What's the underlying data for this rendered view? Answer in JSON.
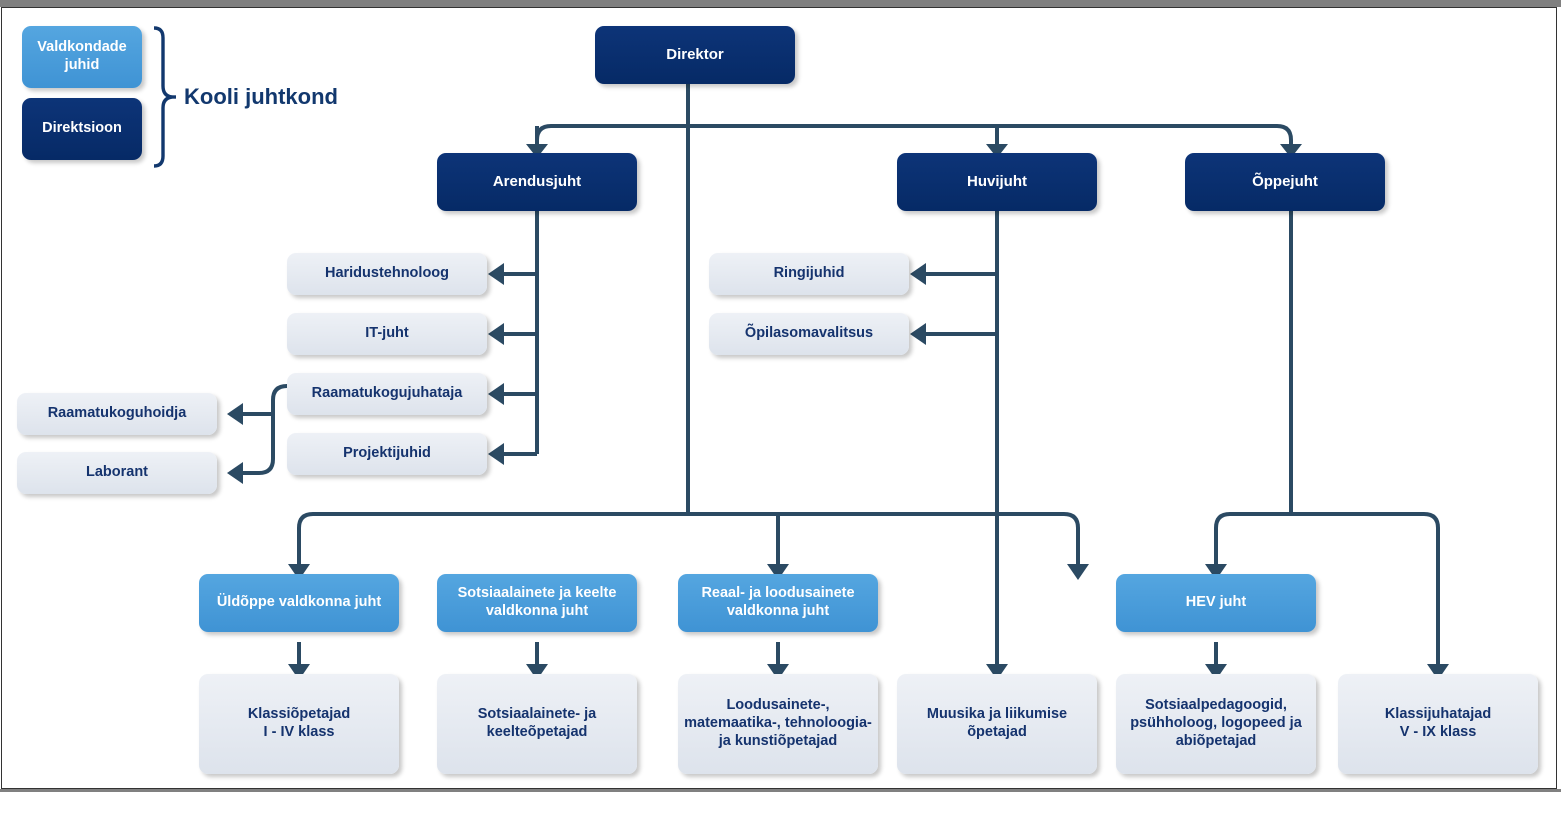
{
  "legend": {
    "title": "Kooli juhtkond",
    "items": [
      {
        "label": "Valdkondade juhid",
        "style": "light-blue"
      },
      {
        "label": "Direktsioon",
        "style": "navy"
      }
    ]
  },
  "nodes": {
    "direktor": "Direktor",
    "arendusjuht": "Arendusjuht",
    "huvijuht": "Huvijuht",
    "oppejuht": "Õppejuht",
    "haridustehnoloog": "Haridustehnoloog",
    "it_juht": "IT-juht",
    "raamatukogujuhataja": "Raamatukogujuhataja",
    "projektijuhid": "Projektijuhid",
    "raamatukoguhoidja": "Raamatukoguhoidja",
    "laborant": "Laborant",
    "ringijuhid": "Ringijuhid",
    "opilasomavalitsus": "Õpilasomavalitsus",
    "uldoppe_juht": "Üldõppe valdkonna juht",
    "sotsiaal_keelte_juht": "Sotsiaalainete ja keelte valdkonna juht",
    "reaal_loodus_juht": "Reaal- ja loodusainete valdkonna juht",
    "hev_juht": "HEV juht",
    "klassiopetajad": "Klassiõpetajad\nI - IV klass",
    "sotsiaal_keelteopetajad": "Sotsiaalainete- ja keelteõpetajad",
    "loodus_opetajad": "Loodusainete-, matemaatika-, tehnoloogia- ja kunstiõpetajad",
    "muusika_opetajad": "Muusika ja liikumise õpetajad",
    "sotsiaalpedagoogid": "Sotsiaalpedagoogid, psühholoog, logopeed ja abiõpetajad",
    "klassijuhatajad": "Klassijuhatajad\nV - IX klass"
  },
  "colors": {
    "navy": "#0A2D6E",
    "light_blue": "#4A9DDC",
    "gray_box": "#E4E9F1",
    "connector": "#2B4A63",
    "text_navy": "#15336E"
  }
}
